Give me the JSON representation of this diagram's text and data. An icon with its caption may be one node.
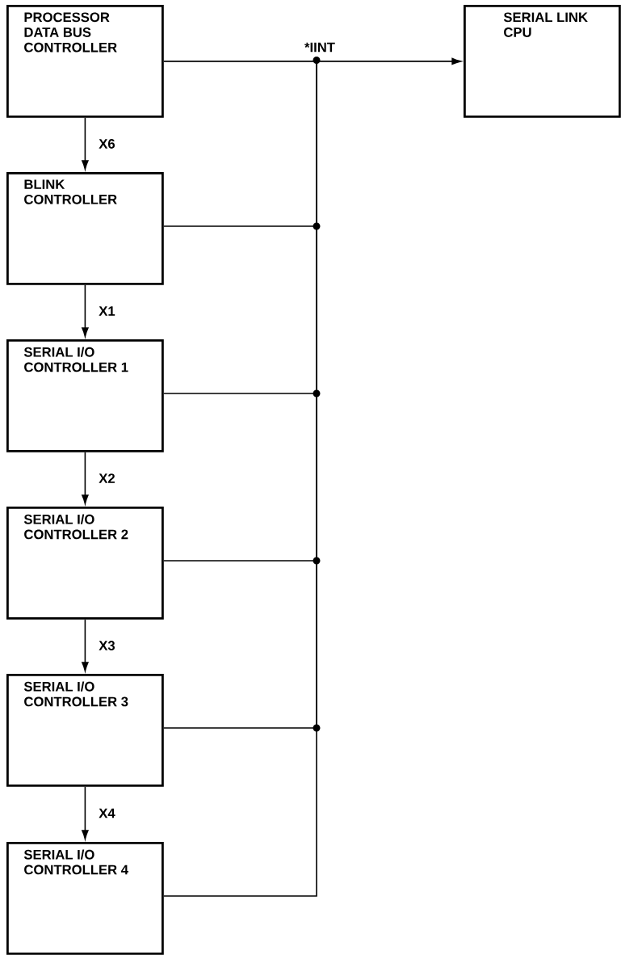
{
  "diagram": {
    "nodes": [
      {
        "text": [
          "PROCESSOR DATA BUS CONTROLLER"
        ]
      },
      {
        "text": [
          "SERIAL LINK CPU"
        ]
      },
      {
        "text": [
          "BLINK CONTROLLER"
        ]
      },
      {
        "text": [
          "SERIAL I/O CONTROLLER 1"
        ]
      },
      {
        "text": [
          "SERIAL I/O CONTROLLER 2"
        ]
      },
      {
        "text": [
          "SERIAL I/O CONTROLLER 3"
        ]
      },
      {
        "text": [
          "SERIAL I/O CONTROLLER 4"
        ]
      }
    ],
    "edges": [
      {
        "from": 0,
        "to": 2,
        "arrow": "to",
        "label": "X6"
      },
      {
        "from": 2,
        "to": 3,
        "arrow": "to",
        "label": "X1"
      },
      {
        "from": 3,
        "to": 4,
        "arrow": "to",
        "label": "X2"
      },
      {
        "from": 4,
        "to": 5,
        "arrow": "to",
        "label": "X3"
      },
      {
        "from": 5,
        "to": 6,
        "arrow": "to",
        "label": "X4"
      },
      {
        "from": 0,
        "to": 1,
        "arrow": "to",
        "label": "*IINT"
      },
      {
        "from": 2,
        "to": 1,
        "arrow": "to"
      },
      {
        "from": 3,
        "to": 1,
        "arrow": "to"
      },
      {
        "from": 4,
        "to": 1,
        "arrow": "to"
      },
      {
        "from": 5,
        "to": 1,
        "arrow": "to"
      },
      {
        "from": 6,
        "to": 1,
        "arrow": "to"
      }
    ]
  }
}
